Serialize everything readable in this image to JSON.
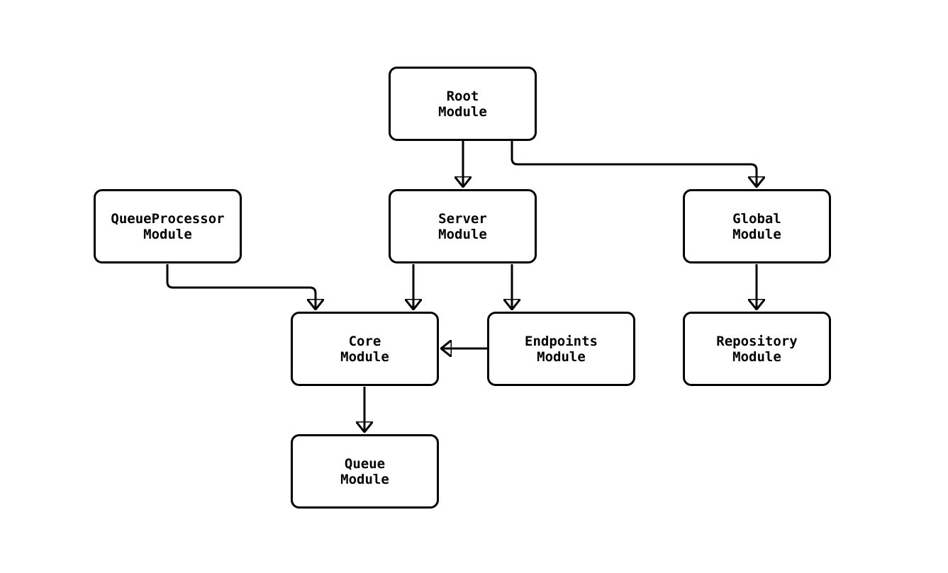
{
  "diagram": {
    "type": "module-dependency-flowchart",
    "background_color": "#ffffff",
    "node_fill_color": "#ffffff",
    "line_color": "#000000",
    "nodes": {
      "root": {
        "label": "Root\nModule"
      },
      "queueprocessor": {
        "label": "QueueProcessor\nModule"
      },
      "server": {
        "label": "Server\nModule"
      },
      "global": {
        "label": "Global\nModule"
      },
      "core": {
        "label": "Core\nModule"
      },
      "endpoints": {
        "label": "Endpoints\nModule"
      },
      "repository": {
        "label": "Repository\nModule"
      },
      "queue": {
        "label": "Queue\nModule"
      }
    },
    "edges": [
      {
        "from": "Root Module",
        "to": "Server Module"
      },
      {
        "from": "Root Module",
        "to": "Global Module"
      },
      {
        "from": "QueueProcessor Module",
        "to": "Core Module"
      },
      {
        "from": "Server Module",
        "to": "Core Module"
      },
      {
        "from": "Server Module",
        "to": "Endpoints Module"
      },
      {
        "from": "Endpoints Module",
        "to": "Core Module"
      },
      {
        "from": "Global Module",
        "to": "Repository Module"
      },
      {
        "from": "Core Module",
        "to": "Queue Module"
      }
    ]
  }
}
